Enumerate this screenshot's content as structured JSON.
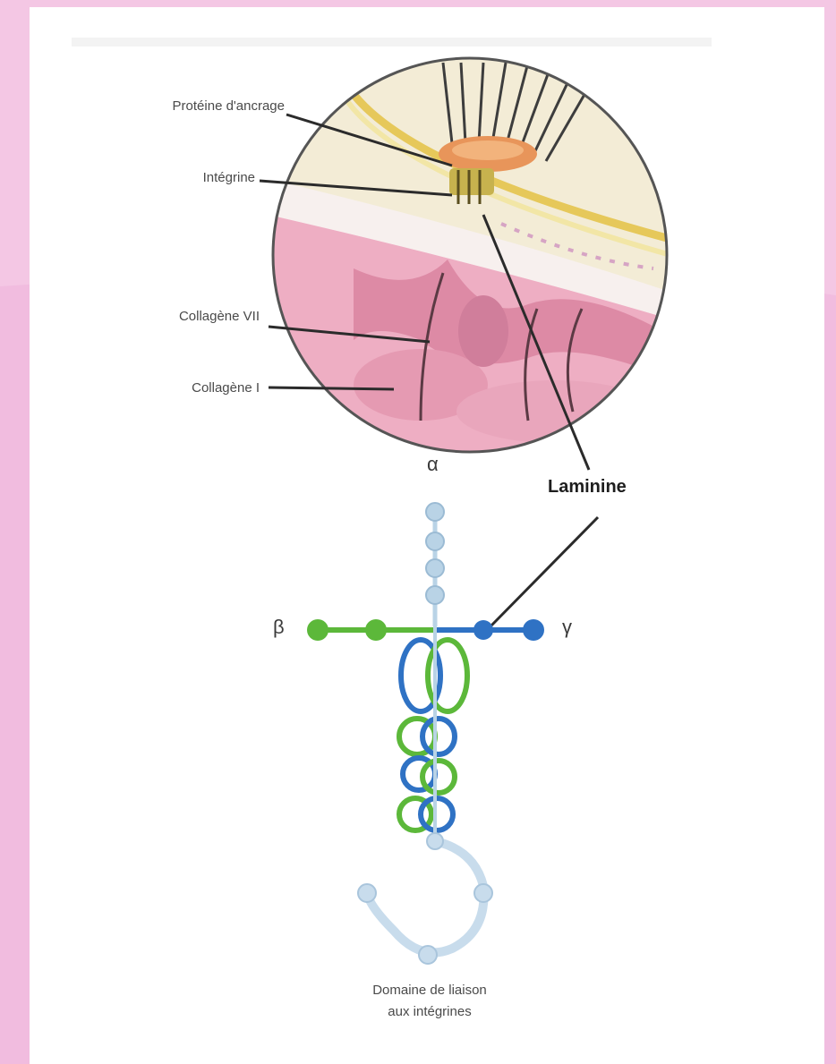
{
  "labels": {
    "anchor_protein": "Protéine d'ancrage",
    "integrin": "Intégrine",
    "collagen_vii": "Collagène VII",
    "collagen_i": "Collagène I",
    "laminin": "Laminine",
    "alpha": "α",
    "beta": "β",
    "gamma": "γ",
    "binding_domain_line1": "Domaine de liaison",
    "binding_domain_line2": "aux intégrines"
  },
  "colors": {
    "background": "#f1bcdf",
    "card": "#ffffff",
    "alpha_chain": "#b9d3e6",
    "beta_chain": "#5cb83a",
    "gamma_chain": "#2f72c4",
    "membrane": "#e8d9a8",
    "tissue": "#e7a3b8",
    "leader_line": "#2b2b2b"
  }
}
